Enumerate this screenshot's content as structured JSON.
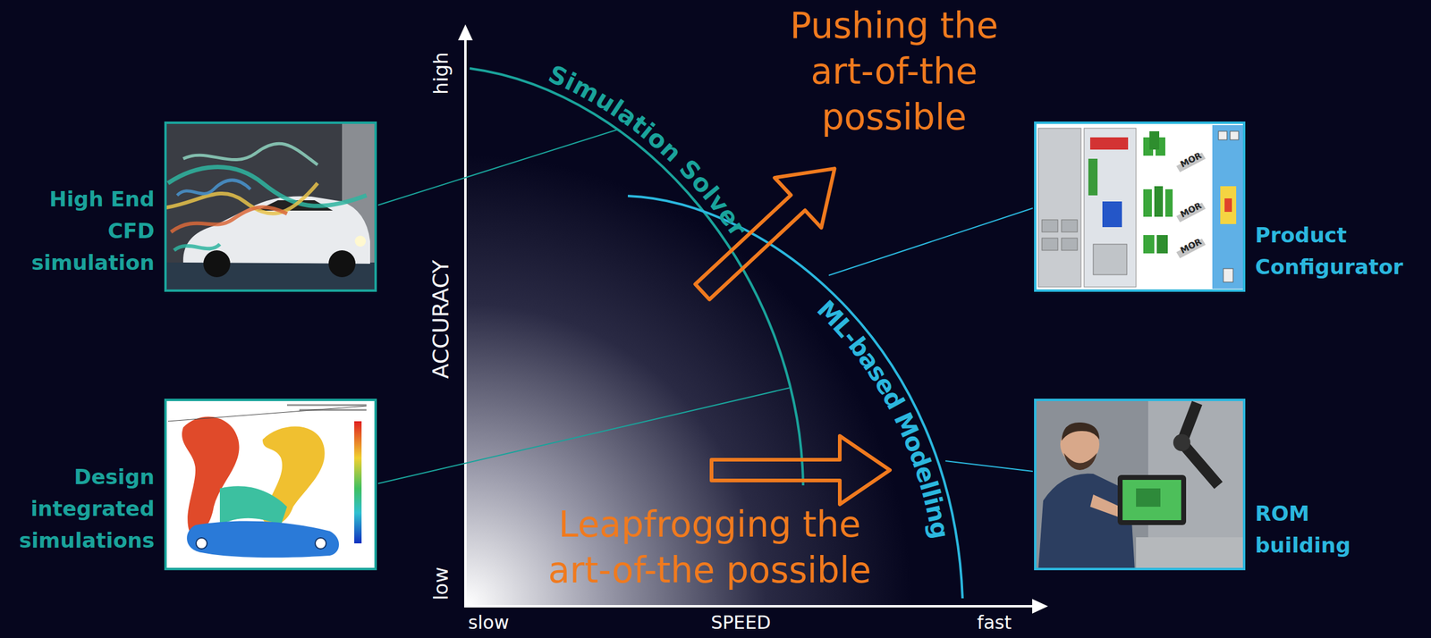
{
  "diagram": {
    "nodes": [
      {
        "text": [
          "High End CFD simulation"
        ]
      },
      {
        "text": [
          "Product Configurator"
        ]
      },
      {
        "text": [
          "Design integrated simulations"
        ]
      },
      {
        "text": [
          "ROM building"
        ]
      }
    ],
    "labels": [
      "high",
      "ACCURACY",
      "low",
      "slow",
      "SPEED",
      "fast",
      "Simulation Solver",
      "Pushing the art-of-the possible",
      "ML-based Modelling",
      "Leapfrogging the art-of-the possible",
      "MOR",
      "MOR",
      "MOR"
    ]
  }
}
